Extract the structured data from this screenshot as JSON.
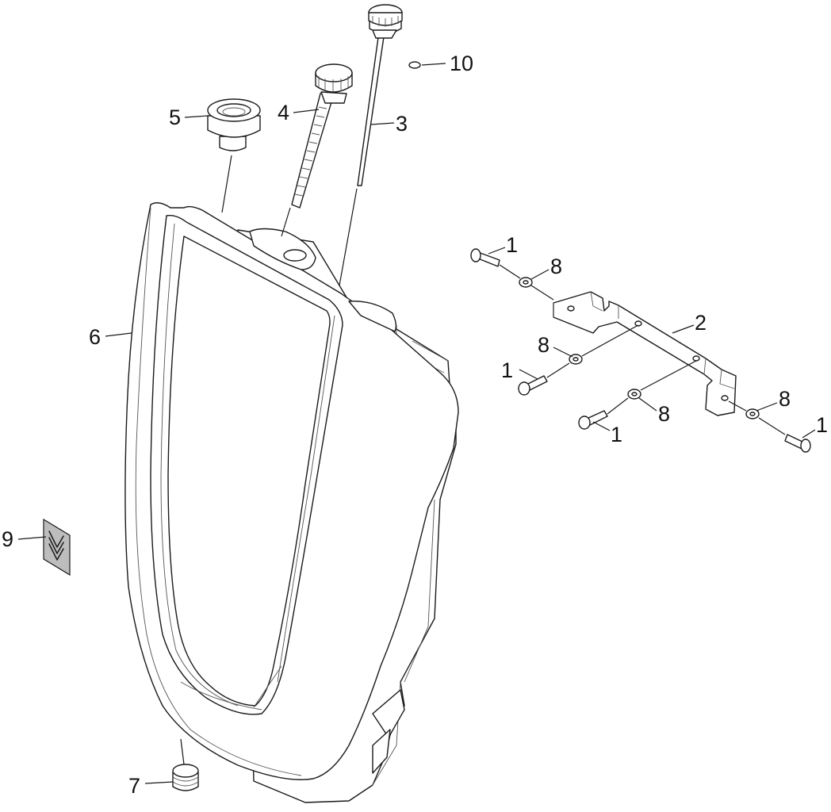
{
  "callouts": [
    {
      "id": "c1a",
      "label": "1"
    },
    {
      "id": "c1b",
      "label": "1"
    },
    {
      "id": "c1c",
      "label": "1"
    },
    {
      "id": "c1d",
      "label": "1"
    },
    {
      "id": "c2",
      "label": "2"
    },
    {
      "id": "c3",
      "label": "3"
    },
    {
      "id": "c4",
      "label": "4"
    },
    {
      "id": "c5",
      "label": "5"
    },
    {
      "id": "c6",
      "label": "6"
    },
    {
      "id": "c7",
      "label": "7"
    },
    {
      "id": "c8a",
      "label": "8"
    },
    {
      "id": "c8b",
      "label": "8"
    },
    {
      "id": "c8c",
      "label": "8"
    },
    {
      "id": "c8d",
      "label": "8"
    },
    {
      "id": "c9",
      "label": "9"
    },
    {
      "id": "c10",
      "label": "10"
    }
  ],
  "parts": [
    {
      "callout": "1",
      "icon": "screw-icon"
    },
    {
      "callout": "2",
      "icon": "mounting-bracket-icon"
    },
    {
      "callout": "3",
      "icon": "dipstick-icon"
    },
    {
      "callout": "4",
      "icon": "bolt-with-knob-icon"
    },
    {
      "callout": "5",
      "icon": "filler-cap-icon"
    },
    {
      "callout": "6",
      "icon": "tank-housing-icon"
    },
    {
      "callout": "7",
      "icon": "drain-plug-icon"
    },
    {
      "callout": "8",
      "icon": "washer-icon"
    },
    {
      "callout": "9",
      "icon": "warning-label-icon"
    },
    {
      "callout": "10",
      "icon": "o-ring-icon"
    }
  ]
}
